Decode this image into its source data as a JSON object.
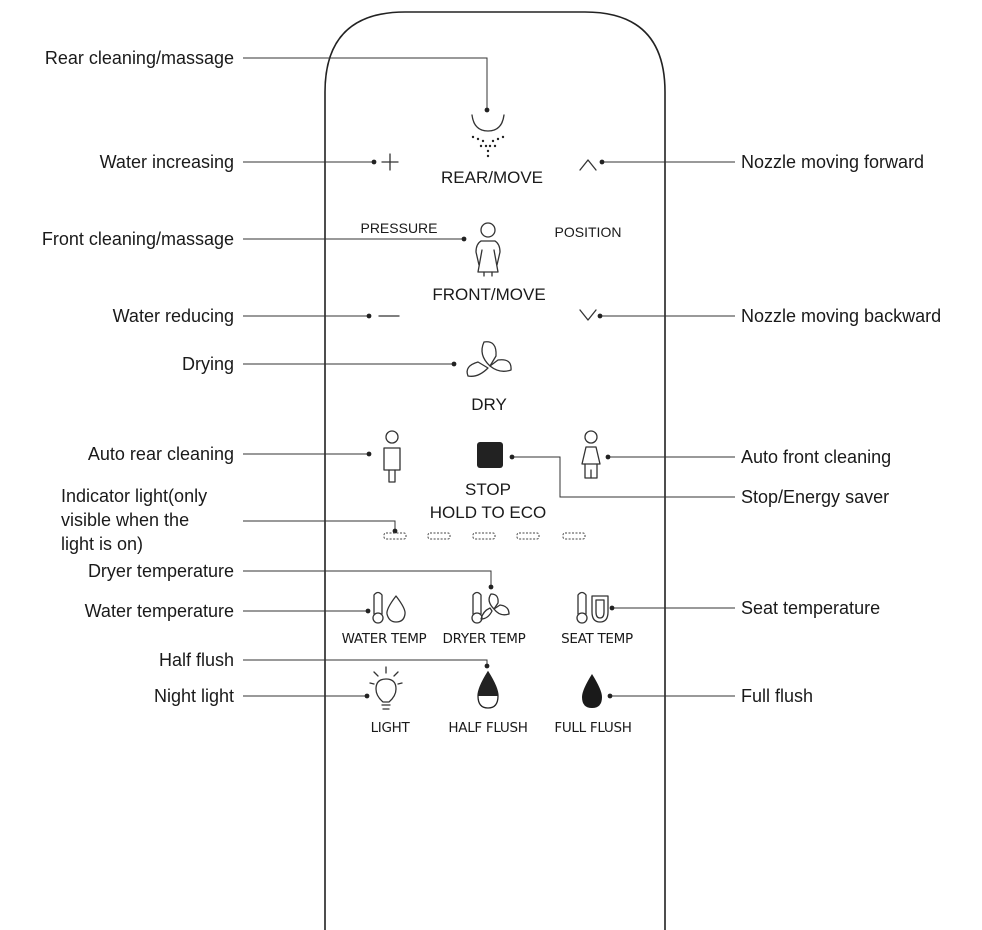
{
  "remote": {
    "button_labels": {
      "rear_move": "REAR/MOVE",
      "pressure": "PRESSURE",
      "position": "POSITION",
      "front_move": "FRONT/MOVE",
      "dry": "DRY",
      "stop": "STOP",
      "hold_to_eco": "HOLD TO ECO",
      "water_temp": "WATER TEMP",
      "dryer_temp": "DRYER TEMP",
      "seat_temp": "SEAT TEMP",
      "light": "LIGHT",
      "half_flush": "HALF FLUSH",
      "full_flush": "FULL FLUSH",
      "plus": "+",
      "minus": "—"
    },
    "indicator_count": 5
  },
  "callouts": {
    "left": [
      "Rear cleaning/massage",
      "Water increasing",
      "Front cleaning/massage",
      "Water reducing",
      "Drying",
      "Auto rear cleaning",
      [
        "Indicator light(only",
        "visible when the",
        "light is on)"
      ],
      "Dryer temperature",
      "Water temperature",
      "Half flush",
      "Night light"
    ],
    "right": [
      "Nozzle moving forward",
      "Nozzle moving backward",
      "Auto front cleaning",
      "Stop/Energy saver",
      "Seat temperature",
      "Full flush"
    ]
  }
}
